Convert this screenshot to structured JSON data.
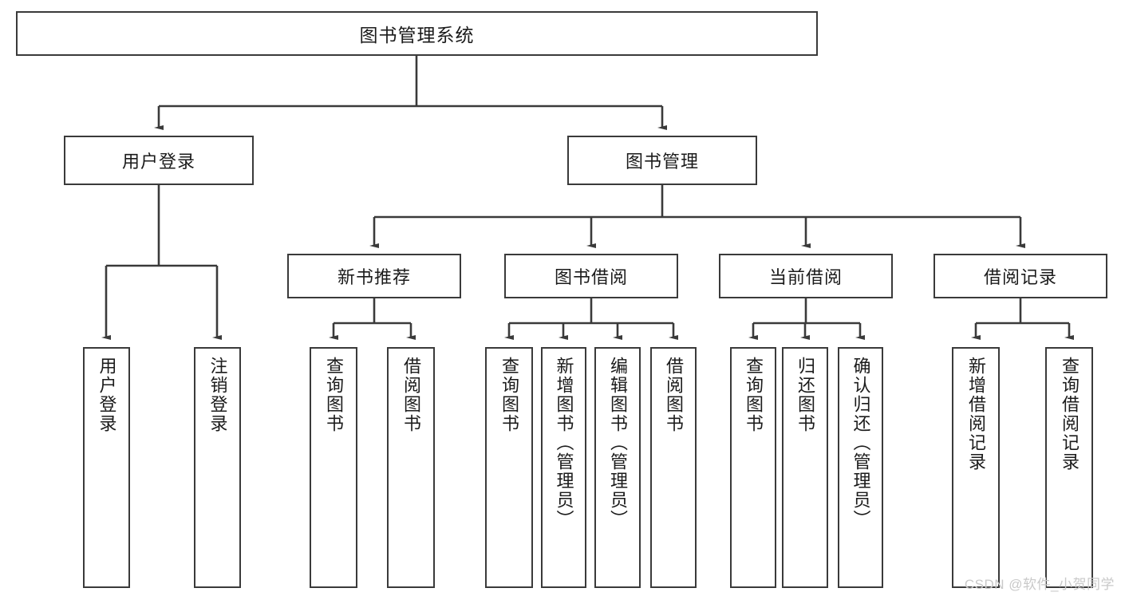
{
  "diagram": {
    "type": "tree-hierarchy-chart",
    "title": "图书管理系统",
    "watermark": "CSDN @软件_小贺同学",
    "colors": {
      "box_border": "#3a3a3a",
      "box_fill": "#ffffff",
      "connector": "#3a3a3a",
      "text": "#1b1b1b",
      "watermark": "#c9c9c9",
      "background": "#ffffff"
    },
    "root": {
      "label": "图书管理系统"
    },
    "level2": [
      {
        "label": "用户登录"
      },
      {
        "label": "图书管理"
      }
    ],
    "level3": [
      {
        "label": "新书推荐"
      },
      {
        "label": "图书借阅"
      },
      {
        "label": "当前借阅"
      },
      {
        "label": "借阅记录"
      }
    ],
    "leaves": {
      "user_login": [
        {
          "label": "用户登录"
        },
        {
          "label": "注销登录"
        }
      ],
      "new_book_recommend": [
        {
          "label": "查询图书"
        },
        {
          "label": "借阅图书"
        }
      ],
      "book_borrow": [
        {
          "label": "查询图书"
        },
        {
          "label": "新增图书（管理员）"
        },
        {
          "label": "编辑图书（管理员）"
        },
        {
          "label": "借阅图书"
        }
      ],
      "current_borrow": [
        {
          "label": "查询图书"
        },
        {
          "label": "归还图书"
        },
        {
          "label": "确认归还（管理员）"
        }
      ],
      "borrow_record": [
        {
          "label": "新增借阅记录"
        },
        {
          "label": "查询借阅记录"
        }
      ]
    }
  }
}
